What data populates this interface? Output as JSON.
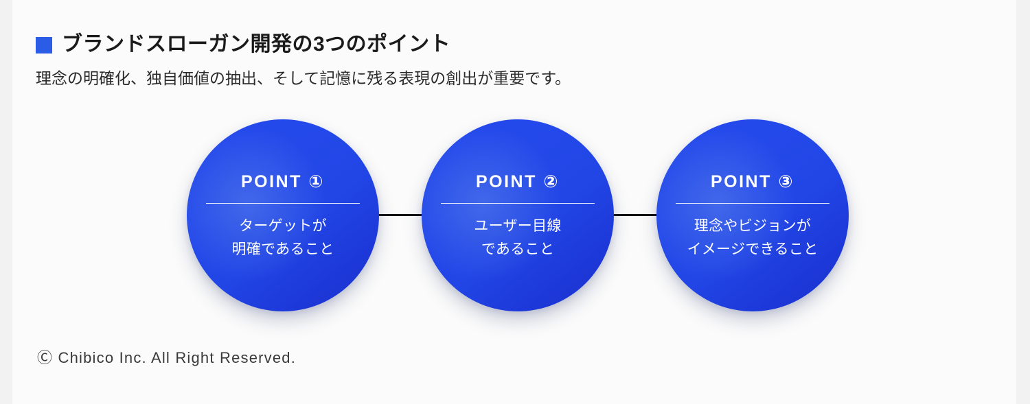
{
  "header": {
    "marker_color": "#2b5ce6",
    "title": "ブランドスローガン開発の3つのポイント",
    "subtitle": "理念の明確化、独自価値の抽出、そして記憶に残る表現の創出が重要です。"
  },
  "diagram": {
    "type": "process-points",
    "circle_color_start": "#2348ec",
    "circle_color_end": "#1b33cf",
    "connector_color": "#141414",
    "points": [
      {
        "label": "POINT ①",
        "description": "ターゲットが\n明確であること"
      },
      {
        "label": "POINT ②",
        "description": "ユーザー目線\nであること"
      },
      {
        "label": "POINT ③",
        "description": "理念やビジョンが\nイメージできること"
      }
    ]
  },
  "footer": {
    "copyright": "Ⓒ Chibico Inc. All Right Reserved."
  }
}
